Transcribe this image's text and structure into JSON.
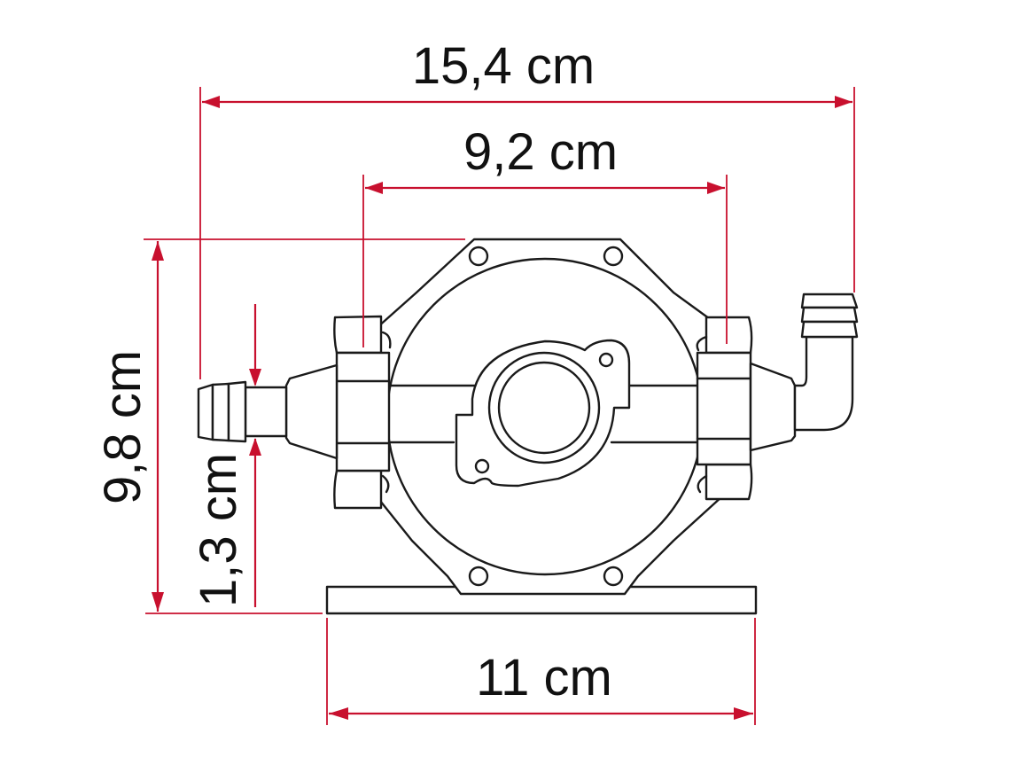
{
  "diagram": {
    "subject": "Water pump dimension drawing",
    "colors": {
      "dimension_line": "#c8102e",
      "outline": "#1a1a1a",
      "background": "#ffffff",
      "text": "#111111"
    },
    "dimensions": {
      "overall_width": {
        "label": "15,4 cm",
        "value": 15.4,
        "unit": "cm",
        "orientation": "horizontal"
      },
      "port_spacing": {
        "label": "9,2 cm",
        "value": 9.2,
        "unit": "cm",
        "orientation": "horizontal"
      },
      "base_width": {
        "label": "11 cm",
        "value": 11,
        "unit": "cm",
        "orientation": "horizontal"
      },
      "overall_height": {
        "label": "9,8 cm",
        "value": 9.8,
        "unit": "cm",
        "orientation": "vertical"
      },
      "inlet_height": {
        "label": "1,3 cm",
        "value": 1.3,
        "unit": "cm",
        "orientation": "vertical"
      }
    }
  }
}
